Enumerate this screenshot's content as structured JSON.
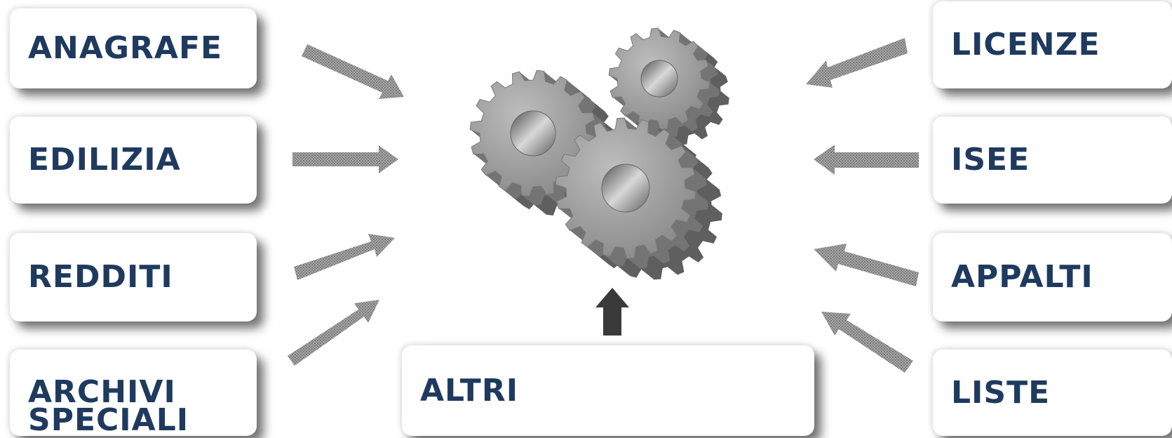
{
  "boxes": {
    "anagrafe": "ANAGRAFE",
    "edilizia": "EDILIZIA",
    "redditi": "REDDITI",
    "archivi_line1": "ARCHIVI",
    "archivi_line2": "SPECIALI",
    "altri": "ALTRI",
    "licenze": "LICENZE",
    "isee": "ISEE",
    "appalti": "APPALTI",
    "liste": "LISTE"
  },
  "colors": {
    "box_text": "#1f3a5f",
    "arrow_fill": "#8c8c8c",
    "gear_fill": "#9a9a9a"
  },
  "center_icon": "gears-icon"
}
